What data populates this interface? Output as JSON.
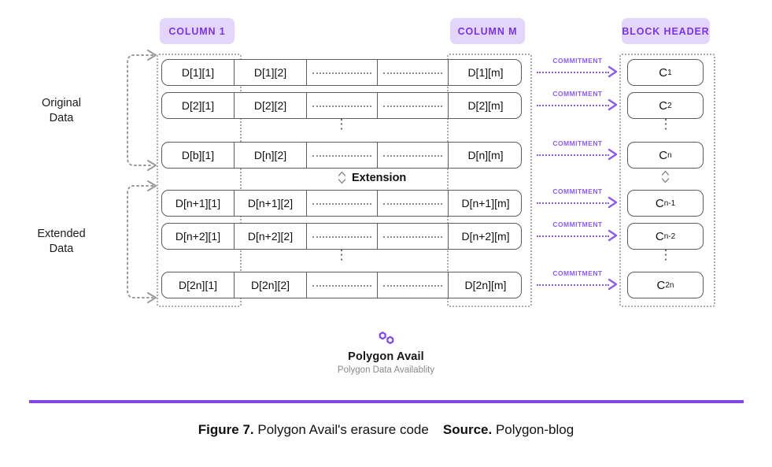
{
  "figure": {
    "caption_label": "Figure 7.",
    "caption_text": "Polygon Avail's erasure code",
    "source_label": "Source.",
    "source_text": "Polygon-blog"
  },
  "brand": {
    "logo_icon": "polygon-logo-icon",
    "name": "Polygon Avail",
    "tagline": "Polygon Data Availablity",
    "accent_color": "#8247E5"
  },
  "colors": {
    "badge_bg": "#E3D5FB",
    "badge_text": "#7A34E0",
    "commitment": "#8C5BE8",
    "rule": "#8247E5",
    "box_border": "#5B5B5B",
    "dotted_group": "#A9A9A9"
  },
  "badges": {
    "column_1": "COLUMN 1",
    "column_m": "COLUMN M",
    "block_header": "BLOCK HEADER"
  },
  "side_labels": {
    "original": "Original\nData",
    "original_line1": "Original",
    "original_line2": "Data",
    "extended_line1": "Extended",
    "extended_line2": "Data"
  },
  "extension": {
    "label": "Extension",
    "icon": "up-down-chevron-icon"
  },
  "ellipsis": {
    "vertical": "⋮",
    "horizontal": "·············"
  },
  "matrix": {
    "rows": [
      {
        "id": "row-1",
        "cells": [
          "D[1][1]",
          "D[1][2]",
          "",
          "",
          "D[1][m]"
        ]
      },
      {
        "id": "row-2",
        "cells": [
          "D[2][1]",
          "D[2][2]",
          "",
          "",
          "D[2][m]"
        ]
      },
      {
        "id": "row-n",
        "cells": [
          "D[b][1]",
          "D[n][2]",
          "",
          "",
          "D[n][m]"
        ]
      },
      {
        "id": "row-n1",
        "cells": [
          "D[n+1][1]",
          "D[n+1][2]",
          "",
          "",
          "D[n+1][m]"
        ]
      },
      {
        "id": "row-n2",
        "cells": [
          "D[n+2][1]",
          "D[n+2][2]",
          "",
          "",
          "D[n+2][m]"
        ]
      },
      {
        "id": "row-2n",
        "cells": [
          "D[2n][1]",
          "D[2n][2]",
          "",
          "",
          "D[2n][m]"
        ]
      }
    ]
  },
  "commitments": {
    "arrow_label": "COMMITMENT",
    "arrows": [
      "COMMITMENT",
      "COMMITMENT",
      "COMMITMENT",
      "COMMITMENT",
      "COMMITMENT",
      "COMMITMENT"
    ],
    "boxes": [
      {
        "base": "C",
        "sub": "1"
      },
      {
        "base": "C",
        "sub": "2"
      },
      {
        "base": "C",
        "sub": "n"
      },
      {
        "base": "C",
        "sub": "n-1"
      },
      {
        "base": "C",
        "sub": "n-2"
      },
      {
        "base": "C",
        "sub": "2n"
      }
    ]
  }
}
